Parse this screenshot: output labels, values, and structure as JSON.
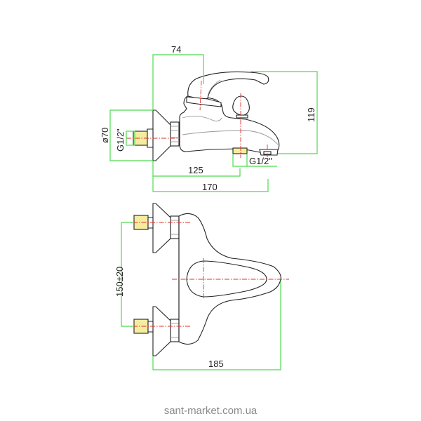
{
  "drawing": {
    "subject": "bath mixer faucet technical drawing",
    "side_view": {
      "dimensions": {
        "lever_offset": "74",
        "height": "119",
        "flange_diameter": "ø70",
        "inlet_thread": "G1/2\"",
        "outlet_thread": "G1/2\"",
        "spout_offset": "125",
        "overall_depth": "170"
      }
    },
    "top_view": {
      "dimensions": {
        "inlet_spacing": "150±20",
        "overall_length": "185"
      }
    },
    "colors": {
      "dimension_lines": "#4ddb4d",
      "center_lines": "#e0302a",
      "thread_fill": "#f5eca0",
      "outline": "#222222"
    }
  },
  "footer": {
    "watermark": "sant-market.com.ua"
  }
}
